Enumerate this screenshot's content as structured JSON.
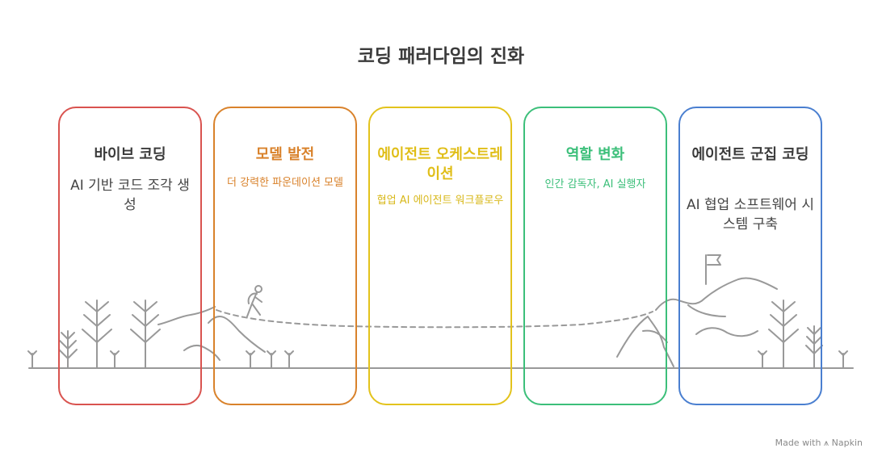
{
  "title": "코딩 패러다임의 진화",
  "stages": [
    {
      "title": "바이브 코딩",
      "desc": "AI 기반 코드 조각 생성",
      "color": "#d9534f",
      "desc_color": "#444444"
    },
    {
      "title": "모델 발전",
      "desc": "더 강력한 파운데이션 모델",
      "color": "#d9822b",
      "desc_color": "#d9822b"
    },
    {
      "title": "에이전트 오케스트레이션",
      "desc": "협업 AI 에이전트 워크플로우",
      "color": "#e3c31c",
      "desc_color": "#d8b81a"
    },
    {
      "title": "역할 변화",
      "desc": "인간 감독자, AI 실행자",
      "color": "#3cbf7a",
      "desc_color": "#3cbf7a"
    },
    {
      "title": "에이전트 군집 코딩",
      "desc": "AI 협업 소프트웨어 시스템 구축",
      "color": "#4a7fd0",
      "desc_color": "#444444"
    }
  ],
  "footer": {
    "made_with": "Made with",
    "brand": "Napkin"
  }
}
